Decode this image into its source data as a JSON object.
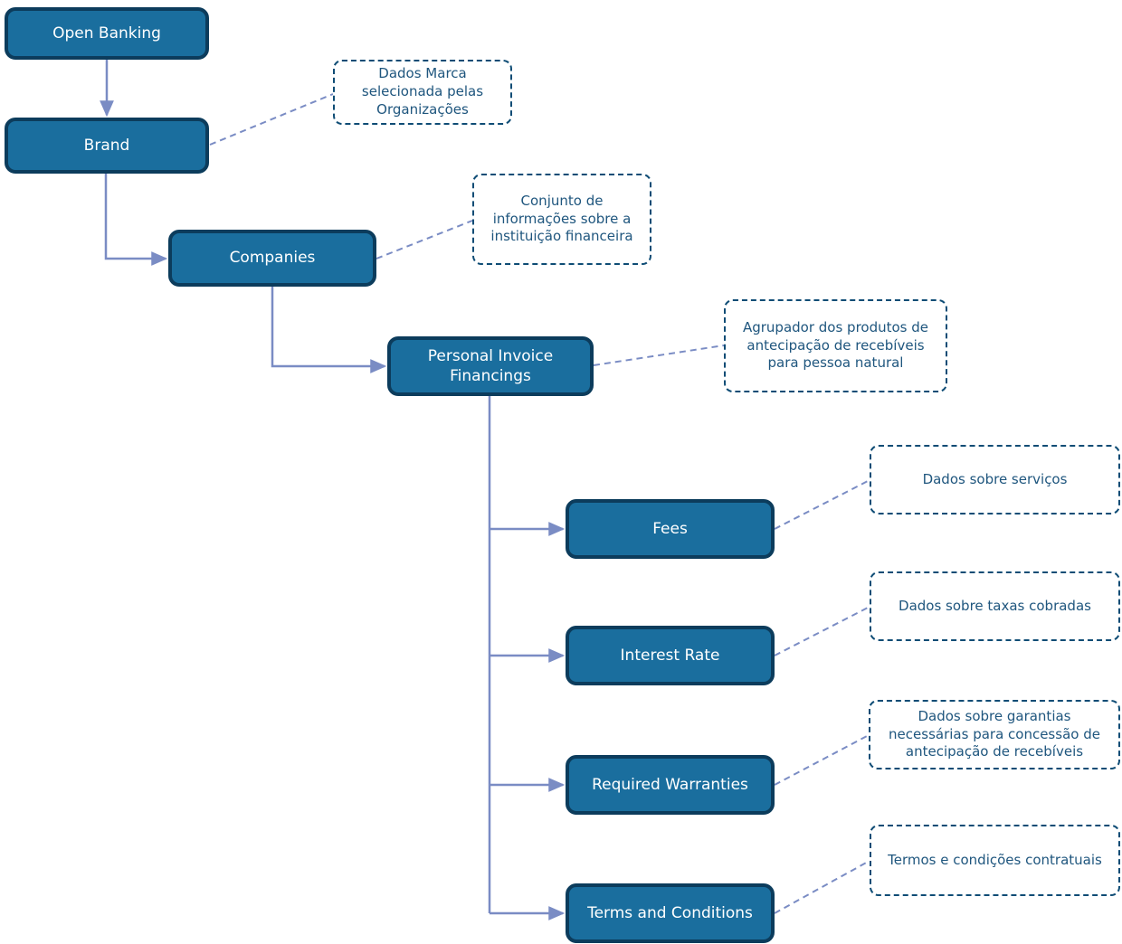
{
  "diagram": {
    "nodes": [
      {
        "id": "open-banking",
        "label": "Open Banking"
      },
      {
        "id": "brand",
        "label": "Brand"
      },
      {
        "id": "companies",
        "label": "Companies"
      },
      {
        "id": "personal-invoice-financings",
        "label": "Personal Invoice Financings"
      },
      {
        "id": "fees",
        "label": "Fees"
      },
      {
        "id": "interest-rate",
        "label": "Interest Rate"
      },
      {
        "id": "required-warranties",
        "label": "Required Warranties"
      },
      {
        "id": "terms-and-conditions",
        "label": "Terms and Conditions"
      }
    ],
    "notes": [
      {
        "id": "brand-note",
        "for": "Brand",
        "text": "Dados Marca selecionada pelas Organizações"
      },
      {
        "id": "companies-note",
        "for": "Companies",
        "text": "Conjunto de informações sobre a instituição financeira"
      },
      {
        "id": "pif-note",
        "for": "Personal Invoice Financings",
        "text": "Agrupador dos produtos de antecipação de recebíveis para pessoa natural"
      },
      {
        "id": "fees-note",
        "for": "Fees",
        "text": "Dados sobre serviços"
      },
      {
        "id": "interest-rate-note",
        "for": "Interest Rate",
        "text": "Dados sobre taxas cobradas"
      },
      {
        "id": "required-warranties-note",
        "for": "Required Warranties",
        "text": "Dados sobre garantias necessárias para concessão de antecipação de recebíveis"
      },
      {
        "id": "terms-note",
        "for": "Terms and Conditions",
        "text": "Termos e condições contratuais"
      }
    ],
    "edges": [
      {
        "from": "Open Banking",
        "to": "Brand"
      },
      {
        "from": "Brand",
        "to": "Companies"
      },
      {
        "from": "Companies",
        "to": "Personal Invoice Financings"
      },
      {
        "from": "Personal Invoice Financings",
        "to": "Fees"
      },
      {
        "from": "Personal Invoice Financings",
        "to": "Interest Rate"
      },
      {
        "from": "Personal Invoice Financings",
        "to": "Required Warranties"
      },
      {
        "from": "Personal Invoice Financings",
        "to": "Terms and Conditions"
      }
    ],
    "colors": {
      "node_fill": "#1A6E9E",
      "node_border": "#0C3C5C",
      "node_text": "#FFFFFF",
      "note_border": "#0E4C75",
      "note_text": "#1F567E",
      "connector": "#7A8CC4",
      "background": "#FFFFFF"
    }
  }
}
